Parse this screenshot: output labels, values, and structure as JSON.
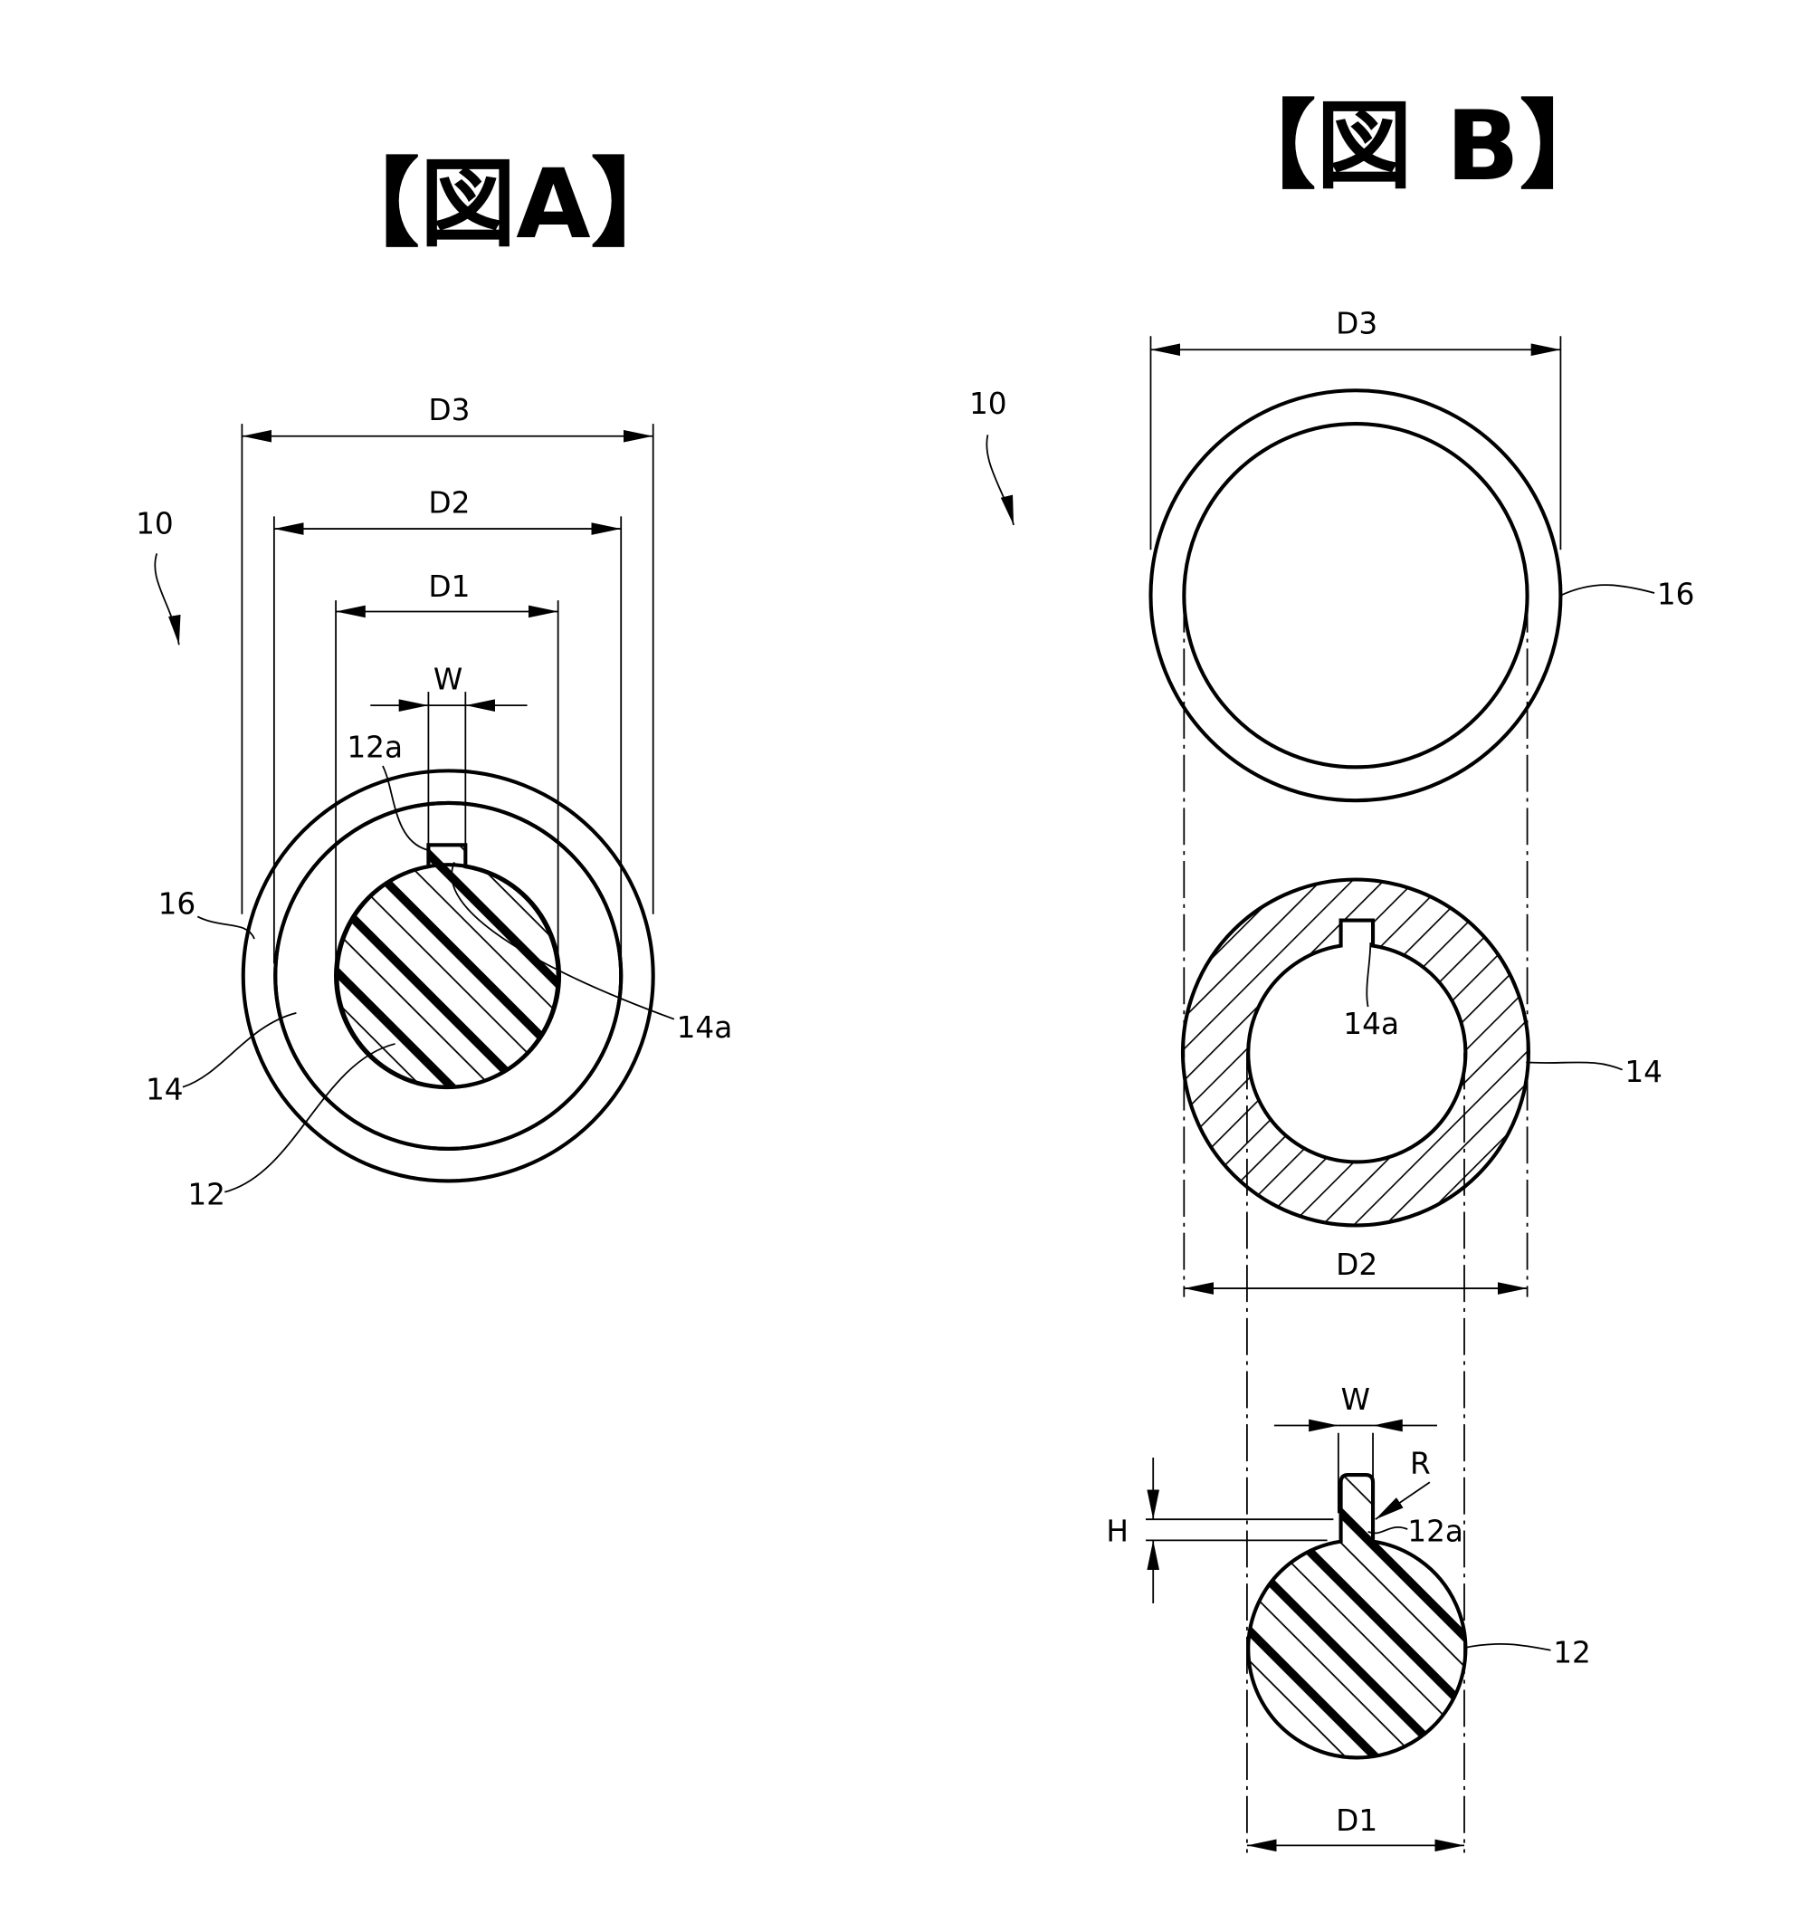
{
  "figure_a": {
    "title": "【図A】",
    "labels": {
      "ref10": "10",
      "d3": "D3",
      "d2": "D2",
      "d1": "D1",
      "w": "W",
      "ref12a": "12a",
      "ref16": "16",
      "ref14": "14",
      "ref12": "12",
      "ref14a": "14a"
    }
  },
  "figure_b": {
    "title": "【図 B】",
    "labels": {
      "ref10": "10",
      "d3": "D3",
      "ref16": "16",
      "ref14a": "14a",
      "ref14": "14",
      "d2": "D2",
      "w": "W",
      "r": "R",
      "h": "H",
      "ref12a": "12a",
      "ref12": "12",
      "d1": "D1"
    }
  }
}
